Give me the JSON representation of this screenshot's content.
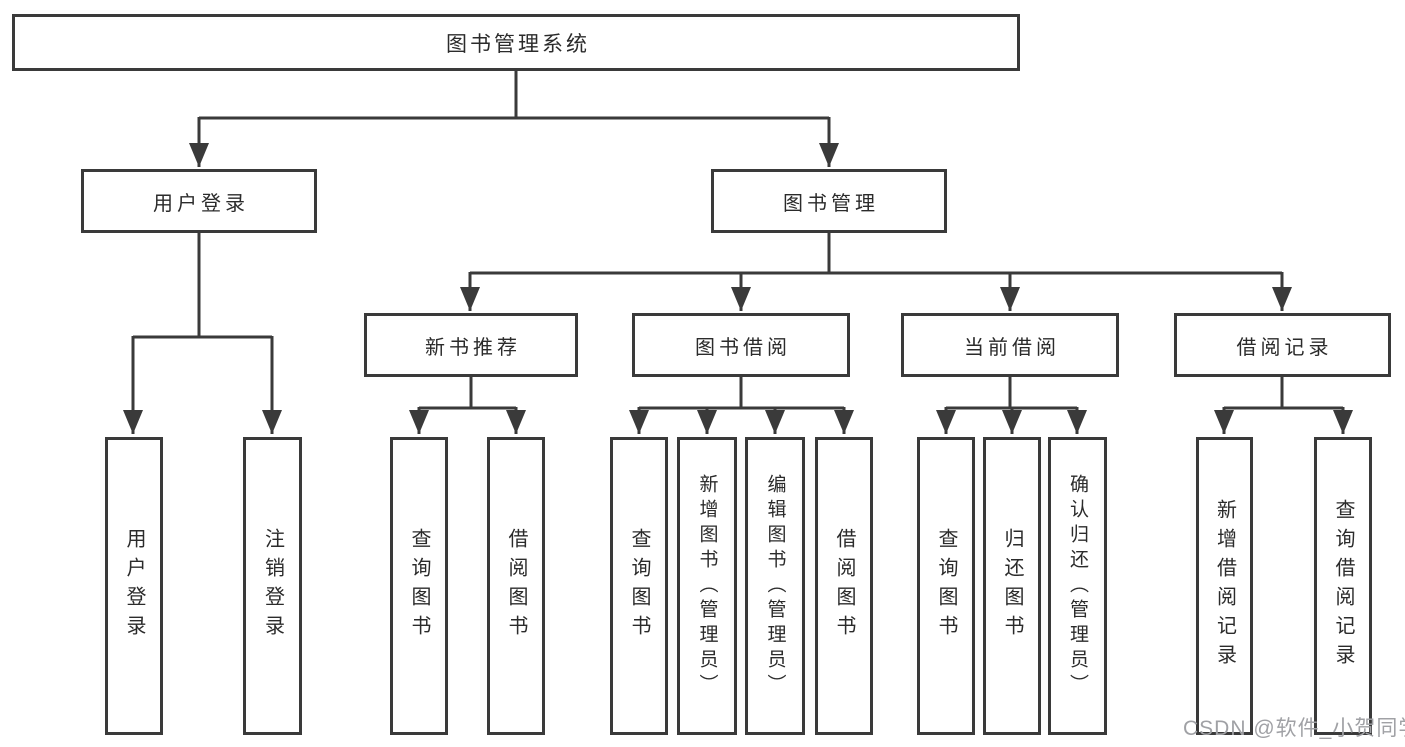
{
  "colors": {
    "line": "#3a3a3a",
    "box_border": "#3a3a3a",
    "text": "#2b2b2b",
    "watermark": "#a0a1a5",
    "background": "#ffffff"
  },
  "watermark": "CSDN @软件_小贺同学",
  "tree": {
    "root": "图书管理系统",
    "children": [
      {
        "label": "用户登录",
        "children": [
          "用户登录",
          "注销登录"
        ]
      },
      {
        "label": "图书管理",
        "children": [
          {
            "label": "新书推荐",
            "children": [
              "查询图书",
              "借阅图书"
            ]
          },
          {
            "label": "图书借阅",
            "children": [
              "查询图书",
              "新增图书（管理员）",
              "编辑图书（管理员）",
              "借阅图书"
            ]
          },
          {
            "label": "当前借阅",
            "children": [
              "查询图书",
              "归还图书",
              "确认归还（管理员）"
            ]
          },
          {
            "label": "借阅记录",
            "children": [
              "新增借阅记录",
              "查询借阅记录"
            ]
          }
        ]
      }
    ]
  }
}
